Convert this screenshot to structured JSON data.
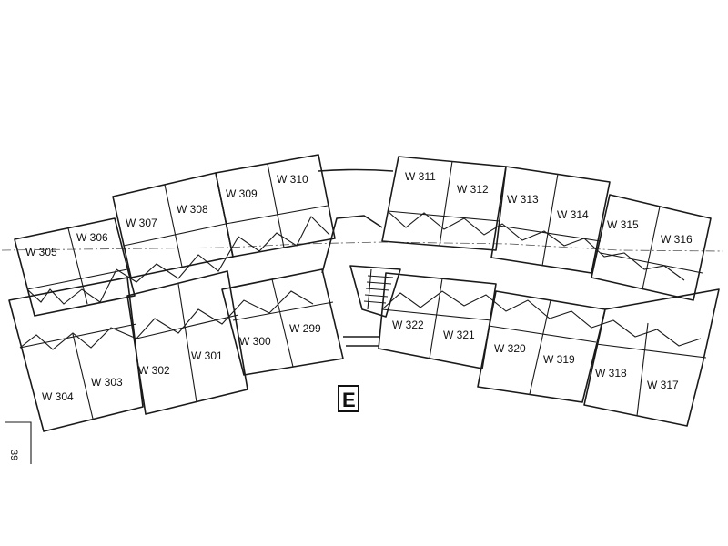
{
  "wing_label": "E",
  "margin_note": "39",
  "rooms": {
    "r305": "W 305",
    "r306": "W 306",
    "r307": "W 307",
    "r308": "W 308",
    "r309": "W 309",
    "r310": "W 310",
    "r311": "W 311",
    "r312": "W 312",
    "r313": "W 313",
    "r314": "W 314",
    "r315": "W 315",
    "r316": "W 316",
    "r304": "W 304",
    "r303": "W 303",
    "r302": "W 302",
    "r301": "W 301",
    "r300": "W 300",
    "r299": "W 299",
    "r322": "W 322",
    "r321": "W 321",
    "r320": "W 320",
    "r319": "W 319",
    "r318": "W 318",
    "r317": "W 317"
  }
}
